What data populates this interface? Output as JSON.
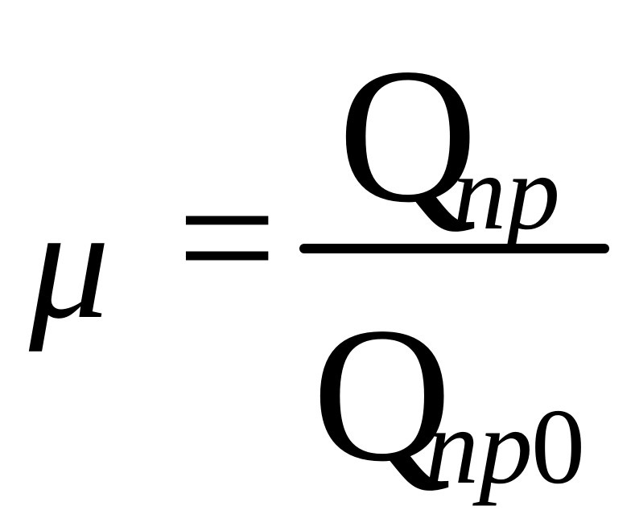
{
  "formula": {
    "lhs": "μ",
    "operator": "=",
    "numerator": {
      "symbol": "Q",
      "subscript": "np"
    },
    "denominator": {
      "symbol": "Q",
      "subscript": "np",
      "subscript_digit": "0"
    }
  }
}
